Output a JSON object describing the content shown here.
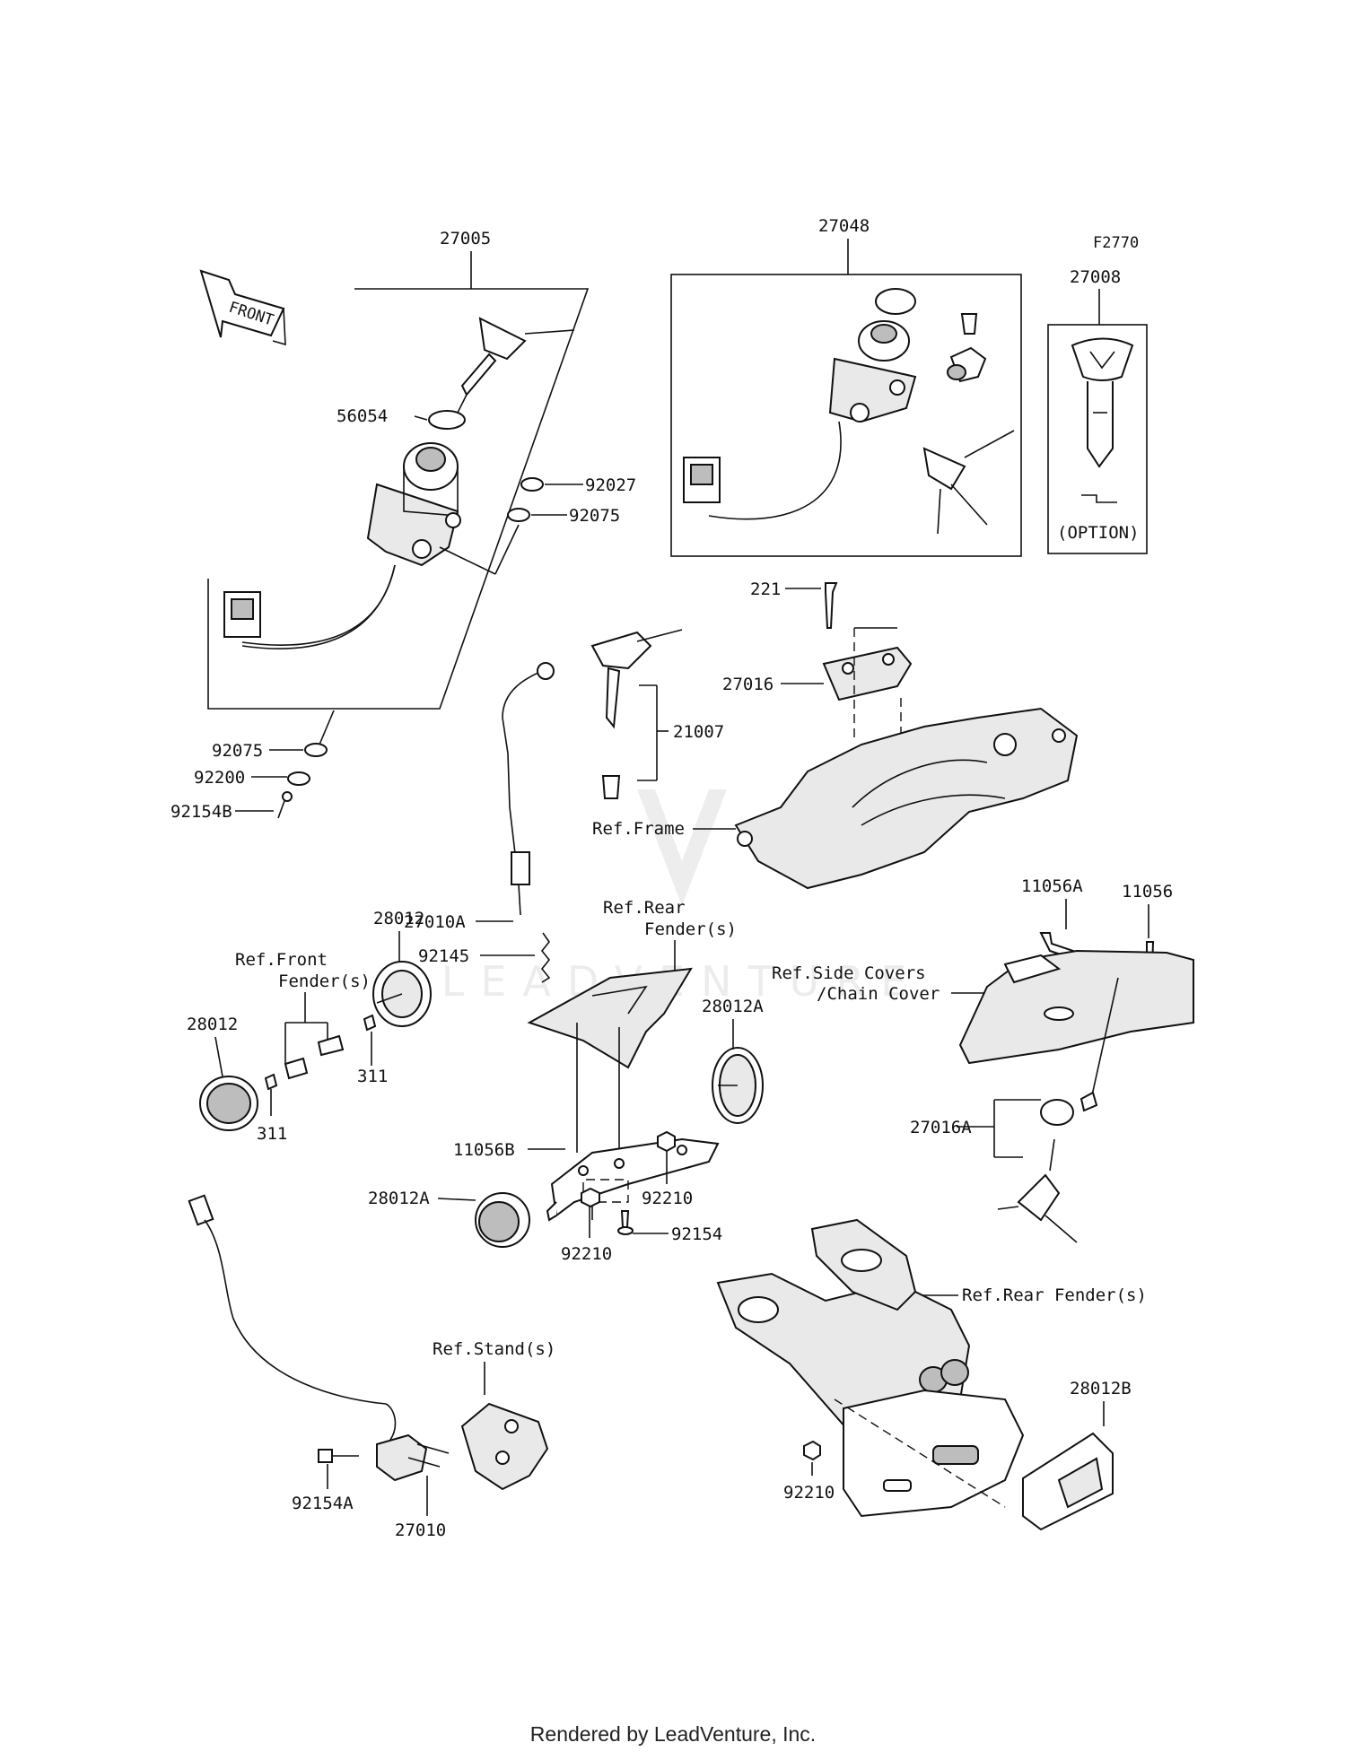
{
  "diagram_id": "F2770",
  "front_label": "FRONT",
  "callouts": {
    "p27005": "27005",
    "p27048": "27048",
    "p27008": "27008",
    "option": "(OPTION)",
    "p56054": "56054",
    "p92027": "92027",
    "p92075_a": "92075",
    "p92075_b": "92075",
    "p92200": "92200",
    "p92154B": "92154B",
    "p221": "221",
    "p27016": "27016",
    "p21007": "21007",
    "ref_frame": "Ref.Frame",
    "p27010A": "27010A",
    "p92145": "92145",
    "p11056A": "11056A",
    "p11056": "11056",
    "ref_rear_fender_top_1": "Ref.Rear",
    "ref_rear_fender_top_2": "Fender(s)",
    "ref_side_covers_1": "Ref.Side Covers",
    "ref_side_covers_2": "/Chain Cover",
    "ref_front_fender_1": "Ref.Front",
    "ref_front_fender_2": "Fender(s)",
    "p28012_a": "28012",
    "p28012_b": "28012",
    "p311_a": "311",
    "p311_b": "311",
    "p28012A_a": "28012A",
    "p28012A_b": "28012A",
    "p11056B": "11056B",
    "p92210_a": "92210",
    "p92210_b": "92210",
    "p92210_c": "92210",
    "p92154": "92154",
    "p27016A": "27016A",
    "ref_rear_fender_bottom": "Ref.Rear Fender(s)",
    "ref_stand": "Ref.Stand(s)",
    "p28012B": "28012B",
    "p92154A": "92154A",
    "p27010": "27010"
  },
  "watermark": "LEADVENTURE",
  "footer": "Rendered by LeadVenture, Inc."
}
